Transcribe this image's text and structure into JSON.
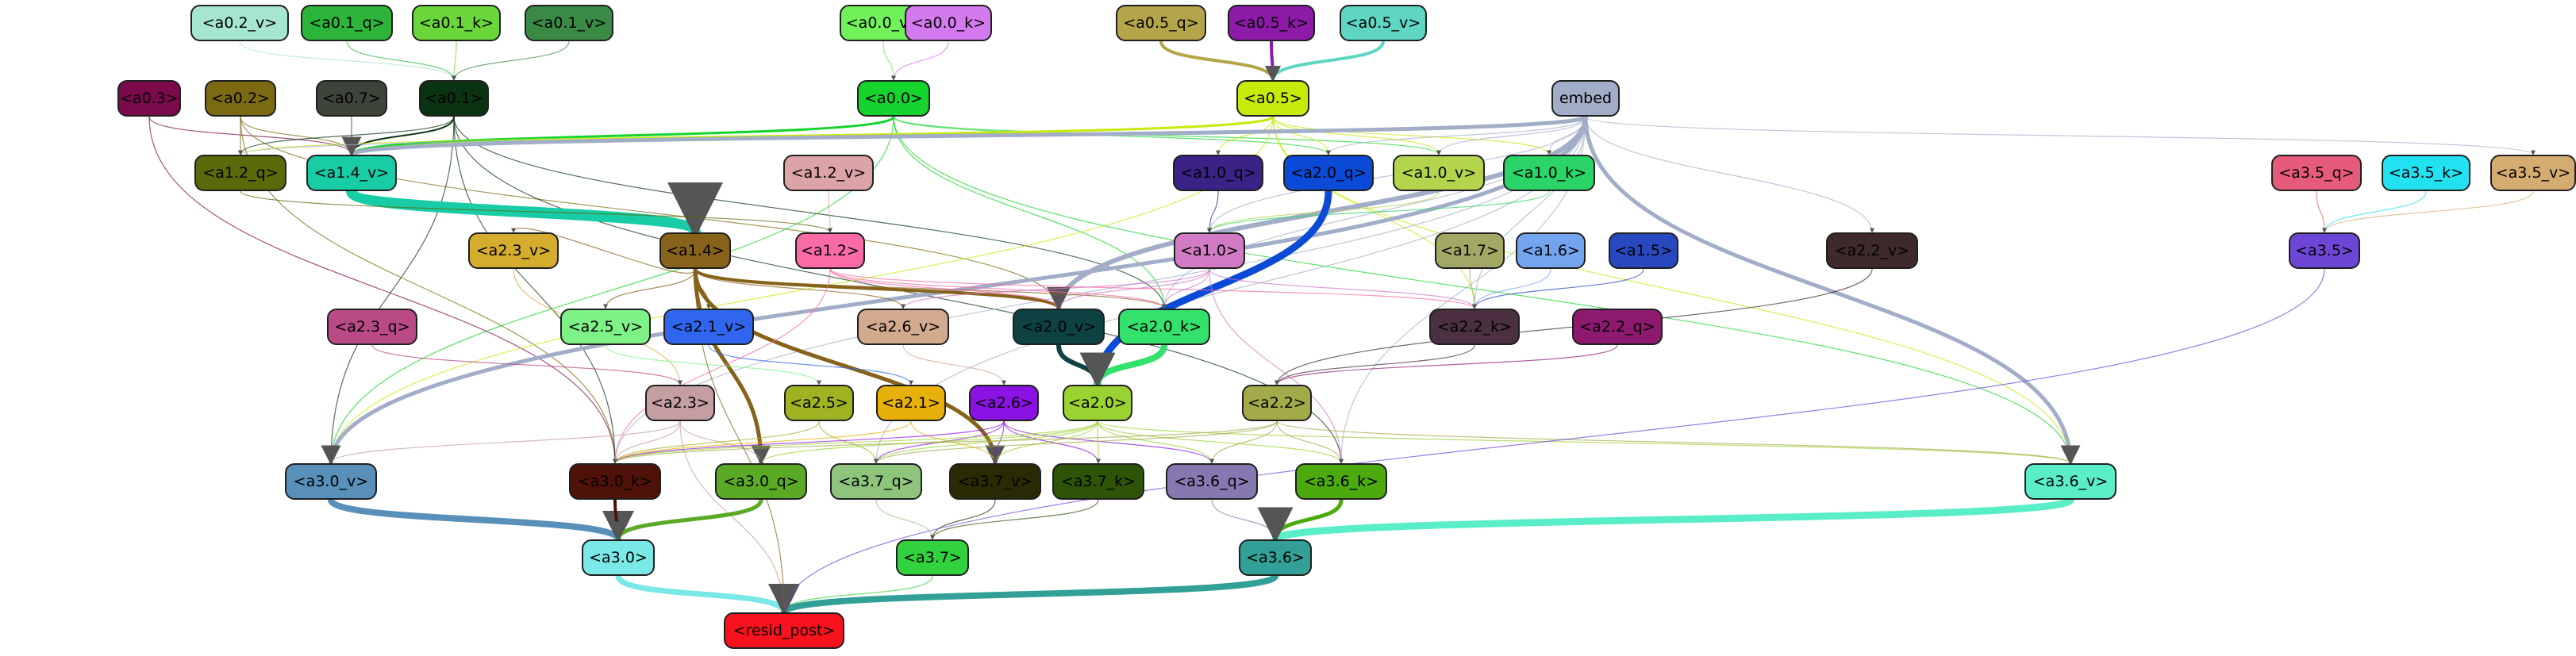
{
  "nodes": [
    {
      "id": "a0.2_v",
      "label": "<a0.2_v>",
      "color": "#a6e6d0"
    },
    {
      "id": "a0.1_q",
      "label": "<a0.1_q>",
      "color": "#2db43a"
    },
    {
      "id": "a0.1_k",
      "label": "<a0.1_k>",
      "color": "#6bd63a"
    },
    {
      "id": "a0.1_v",
      "label": "<a0.1_v>",
      "color": "#3a8a45"
    },
    {
      "id": "a0.0_v",
      "label": "<a0.0_v>",
      "color": "#72f25a"
    },
    {
      "id": "a0.0_k",
      "label": "<a0.0_k>",
      "color": "#d47aef"
    },
    {
      "id": "a0.5_q",
      "label": "<a0.5_q>",
      "color": "#b4a44a"
    },
    {
      "id": "a0.5_k",
      "label": "<a0.5_k>",
      "color": "#8e1aa8"
    },
    {
      "id": "a0.5_v",
      "label": "<a0.5_v>",
      "color": "#5ed6c2"
    },
    {
      "id": "a0.3",
      "label": "<a0.3>",
      "color": "#7a0a4a"
    },
    {
      "id": "a0.2",
      "label": "<a0.2>",
      "color": "#7c6a12"
    },
    {
      "id": "a0.7",
      "label": "<a0.7>",
      "color": "#3e443a"
    },
    {
      "id": "a0.1",
      "label": "<a0.1>",
      "color": "#0a3312"
    },
    {
      "id": "a0.0",
      "label": "<a0.0>",
      "color": "#16d42e"
    },
    {
      "id": "a0.5",
      "label": "<a0.5>",
      "color": "#c8ea0a"
    },
    {
      "id": "embed",
      "label": "embed",
      "color": "#a2aec8"
    },
    {
      "id": "a1.2_q",
      "label": "<a1.2_q>",
      "color": "#5a6a0a"
    },
    {
      "id": "a1.4_v",
      "label": "<a1.4_v>",
      "color": "#18cca6"
    },
    {
      "id": "a1.2_v",
      "label": "<a1.2_v>",
      "color": "#dca4a6"
    },
    {
      "id": "a1.0_q",
      "label": "<a1.0_q>",
      "color": "#3a2286"
    },
    {
      "id": "a2.0_q",
      "label": "<a2.0_q>",
      "color": "#0a4ad6"
    },
    {
      "id": "a1.0_v",
      "label": "<a1.0_v>",
      "color": "#b4d44e"
    },
    {
      "id": "a1.0_k",
      "label": "<a1.0_k>",
      "color": "#2ad466"
    },
    {
      "id": "a3.5_q",
      "label": "<a3.5_q>",
      "color": "#e65a7a"
    },
    {
      "id": "a3.5_k",
      "label": "<a3.5_k>",
      "color": "#22e2f2"
    },
    {
      "id": "a3.5_v",
      "label": "<a3.5_v>",
      "color": "#d4ac70"
    },
    {
      "id": "a2.3_v",
      "label": "<a2.3_v>",
      "color": "#d4ac2e"
    },
    {
      "id": "a1.4",
      "label": "<a1.4>",
      "color": "#86621a"
    },
    {
      "id": "a1.2",
      "label": "<a1.2>",
      "color": "#fa6aa6"
    },
    {
      "id": "a1.0",
      "label": "<a1.0>",
      "color": "#d27ac4"
    },
    {
      "id": "a1.7",
      "label": "<a1.7>",
      "color": "#a2a864"
    },
    {
      "id": "a1.6",
      "label": "<a1.6>",
      "color": "#74a4ee"
    },
    {
      "id": "a1.5",
      "label": "<a1.5>",
      "color": "#2848c0"
    },
    {
      "id": "a2.2_v",
      "label": "<a2.2_v>",
      "color": "#3e2a2a"
    },
    {
      "id": "a3.5",
      "label": "<a3.5>",
      "color": "#6e46d6"
    },
    {
      "id": "a2.3_q",
      "label": "<a2.3_q>",
      "color": "#ba4a86"
    },
    {
      "id": "a2.5_v",
      "label": "<a2.5_v>",
      "color": "#7ef286"
    },
    {
      "id": "a2.1_v",
      "label": "<a2.1_v>",
      "color": "#3066ee"
    },
    {
      "id": "a2.6_v",
      "label": "<a2.6_v>",
      "color": "#d2aa8e"
    },
    {
      "id": "a2.0_v",
      "label": "<a2.0_v>",
      "color": "#0e4242"
    },
    {
      "id": "a2.0_k",
      "label": "<a2.0_k>",
      "color": "#32e26c"
    },
    {
      "id": "a2.2_k",
      "label": "<a2.2_k>",
      "color": "#4a3040"
    },
    {
      "id": "a2.2_q",
      "label": "<a2.2_q>",
      "color": "#8e1a70"
    },
    {
      "id": "a2.3",
      "label": "<a2.3>",
      "color": "#c49ea0"
    },
    {
      "id": "a2.5",
      "label": "<a2.5>",
      "color": "#9eb222"
    },
    {
      "id": "a2.1",
      "label": "<a2.1>",
      "color": "#e8b00a"
    },
    {
      "id": "a2.6",
      "label": "<a2.6>",
      "color": "#8a12e2"
    },
    {
      "id": "a2.0",
      "label": "<a2.0>",
      "color": "#9ad232"
    },
    {
      "id": "a2.2",
      "label": "<a2.2>",
      "color": "#a2aa4a"
    },
    {
      "id": "a3.0_v",
      "label": "<a3.0_v>",
      "color": "#5890ba"
    },
    {
      "id": "a3.0_k",
      "label": "<a3.0_k>",
      "color": "#4e1208"
    },
    {
      "id": "a3.0_q",
      "label": "<a3.0_q>",
      "color": "#5aaa26"
    },
    {
      "id": "a3.7_q",
      "label": "<a3.7_q>",
      "color": "#8ec47c"
    },
    {
      "id": "a3.7_v",
      "label": "<a3.7_v>",
      "color": "#2a2a04"
    },
    {
      "id": "a3.7_k",
      "label": "<a3.7_k>",
      "color": "#2e5408"
    },
    {
      "id": "a3.6_q",
      "label": "<a3.6_q>",
      "color": "#8678b0"
    },
    {
      "id": "a3.6_k",
      "label": "<a3.6_k>",
      "color": "#4caa0e"
    },
    {
      "id": "a3.6_v",
      "label": "<a3.6_v>",
      "color": "#5aeec8"
    },
    {
      "id": "a3.0",
      "label": "<a3.0>",
      "color": "#7ae8e6"
    },
    {
      "id": "a3.7",
      "label": "<a3.7>",
      "color": "#32d23e"
    },
    {
      "id": "a3.6",
      "label": "<a3.6>",
      "color": "#32a096"
    },
    {
      "id": "resid_post",
      "label": "<resid_post>",
      "color": "#f8121e"
    }
  ],
  "edges": [
    [
      "a0.2_v",
      "a0.1"
    ],
    [
      "a0.1_q",
      "a0.1"
    ],
    [
      "a0.1_k",
      "a0.1"
    ],
    [
      "a0.1_v",
      "a0.1"
    ],
    [
      "a0.0_v",
      "a0.0"
    ],
    [
      "a0.0_k",
      "a0.0"
    ],
    [
      "a0.5_q",
      "a0.5"
    ],
    [
      "a0.5_k",
      "a0.5"
    ],
    [
      "a0.5_v",
      "a0.5"
    ],
    [
      "a0.3",
      "a1.4_v"
    ],
    [
      "a0.3",
      "a3.0_k"
    ],
    [
      "a0.2",
      "a1.2_q"
    ],
    [
      "a0.2",
      "a1.4_v"
    ],
    [
      "a0.2",
      "a3.0_k"
    ],
    [
      "a0.2",
      "a2.0_v"
    ],
    [
      "a0.7",
      "a1.4_v"
    ],
    [
      "a0.1",
      "a1.2_q"
    ],
    [
      "a0.1",
      "a1.4_v"
    ],
    [
      "a0.1",
      "a2.0_k"
    ],
    [
      "a0.1",
      "a3.0_v"
    ],
    [
      "a0.1",
      "a3.6_k"
    ],
    [
      "a0.1",
      "a3.0_k"
    ],
    [
      "a0.0",
      "a1.4_v"
    ],
    [
      "a0.0",
      "a1.0_v"
    ],
    [
      "a0.0",
      "a2.0_q"
    ],
    [
      "a0.0",
      "a3.0_v"
    ],
    [
      "a0.0",
      "a2.0_k"
    ],
    [
      "a0.0",
      "a3.6_v"
    ],
    [
      "a0.5",
      "a1.4_v"
    ],
    [
      "a0.5",
      "a1.0_q"
    ],
    [
      "a0.5",
      "a1.0_v"
    ],
    [
      "a0.5",
      "a1.0_k"
    ],
    [
      "a0.5",
      "a2.0_q"
    ],
    [
      "a0.5",
      "a1.2_q"
    ],
    [
      "a0.5",
      "a3.6_v"
    ],
    [
      "a0.5",
      "a2.2_k"
    ],
    [
      "a0.5",
      "a3.0_v"
    ],
    [
      "embed",
      "a1.4_v"
    ],
    [
      "embed",
      "a1.2_q"
    ],
    [
      "embed",
      "a2.0_q"
    ],
    [
      "embed",
      "a1.0_v"
    ],
    [
      "embed",
      "a1.0_k"
    ],
    [
      "embed",
      "a2.0_v"
    ],
    [
      "embed",
      "a3.0_v"
    ],
    [
      "embed",
      "a3.6_v"
    ],
    [
      "embed",
      "a3.5_v"
    ],
    [
      "embed",
      "a2.2_v"
    ],
    [
      "embed",
      "a3.6_k"
    ],
    [
      "embed",
      "a2.2_k"
    ],
    [
      "embed",
      "a1.0"
    ],
    [
      "embed",
      "a2.0_k"
    ],
    [
      "embed",
      "a3.0_k"
    ],
    [
      "embed",
      "a3.7_q"
    ],
    [
      "a1.4_v",
      "a1.4"
    ],
    [
      "a1.2_q",
      "a1.2"
    ],
    [
      "a1.2_v",
      "a1.2"
    ],
    [
      "a1.0_q",
      "a1.0"
    ],
    [
      "a1.0_v",
      "a1.0"
    ],
    [
      "a1.0_k",
      "a1.0"
    ],
    [
      "a2.0_q",
      "a2.0"
    ],
    [
      "a3.5_q",
      "a3.5"
    ],
    [
      "a3.5_k",
      "a3.5"
    ],
    [
      "a3.5_v",
      "a3.5"
    ],
    [
      "a1.4",
      "a2.0_v"
    ],
    [
      "a1.4",
      "a2.0_k"
    ],
    [
      "a1.4",
      "a2.1_v"
    ],
    [
      "a1.4",
      "a2.5_v"
    ],
    [
      "a1.4",
      "a2.6_v"
    ],
    [
      "a1.4",
      "a3.0_q"
    ],
    [
      "a1.4",
      "a3.7_v"
    ],
    [
      "a1.4",
      "a2.3_v"
    ],
    [
      "a1.2",
      "a2.0_v"
    ],
    [
      "a1.2",
      "a2.2_k"
    ],
    [
      "a1.2",
      "a2.0_k"
    ],
    [
      "a1.2",
      "a3.0_k"
    ],
    [
      "a1.0",
      "a2.0_v"
    ],
    [
      "a1.0",
      "a2.0_k"
    ],
    [
      "a1.0",
      "a2.2_k"
    ],
    [
      "a1.0",
      "a3.6_k"
    ],
    [
      "a1.0",
      "a2.6_v"
    ],
    [
      "a1.7",
      "a2.2_k"
    ],
    [
      "a1.6",
      "a2.2_k"
    ],
    [
      "a1.5",
      "a2.2_k"
    ],
    [
      "a2.2_v",
      "a2.2"
    ],
    [
      "a2.2_k",
      "a2.2"
    ],
    [
      "a2.2_q",
      "a2.2"
    ],
    [
      "a2.3_v",
      "a2.3"
    ],
    [
      "a2.3_q",
      "a2.3"
    ],
    [
      "a2.5_v",
      "a2.5"
    ],
    [
      "a2.1_v",
      "a2.1"
    ],
    [
      "a2.6_v",
      "a2.6"
    ],
    [
      "a2.0_v",
      "a2.0"
    ],
    [
      "a2.0_k",
      "a2.0"
    ],
    [
      "a2.3",
      "a3.0_v"
    ],
    [
      "a2.3",
      "a3.0_k"
    ],
    [
      "a2.3",
      "a3.0_q"
    ],
    [
      "a2.3",
      "resid_post"
    ],
    [
      "a2.5",
      "a3.0_k"
    ],
    [
      "a2.5",
      "a3.7_q"
    ],
    [
      "a2.1",
      "a3.0_k"
    ],
    [
      "a2.1",
      "a3.7_v"
    ],
    [
      "a2.6",
      "a3.0_k"
    ],
    [
      "a2.6",
      "a3.7_q"
    ],
    [
      "a2.6",
      "a3.7_v"
    ],
    [
      "a2.6",
      "a3.7_k"
    ],
    [
      "a2.6",
      "a3.6_q"
    ],
    [
      "a2.0",
      "a3.0_k"
    ],
    [
      "a2.0",
      "a3.0_q"
    ],
    [
      "a2.0",
      "a3.7_q"
    ],
    [
      "a2.0",
      "a3.7_v"
    ],
    [
      "a2.0",
      "a3.7_k"
    ],
    [
      "a2.0",
      "a3.6_q"
    ],
    [
      "a2.0",
      "a3.6_k"
    ],
    [
      "a2.0",
      "a3.6_v"
    ],
    [
      "a2.2",
      "a3.0_k"
    ],
    [
      "a2.2",
      "a3.6_k"
    ],
    [
      "a2.2",
      "a3.6_v"
    ],
    [
      "a2.2",
      "a3.6_q"
    ],
    [
      "a2.2",
      "a3.7_q"
    ],
    [
      "a3.0_v",
      "a3.0"
    ],
    [
      "a3.0_k",
      "a3.0"
    ],
    [
      "a3.0_q",
      "a3.0"
    ],
    [
      "a3.7_q",
      "a3.7"
    ],
    [
      "a3.7_v",
      "a3.7"
    ],
    [
      "a3.7_k",
      "a3.7"
    ],
    [
      "a3.6_q",
      "a3.6"
    ],
    [
      "a3.6_k",
      "a3.6"
    ],
    [
      "a3.6_v",
      "a3.6"
    ],
    [
      "a3.0",
      "resid_post"
    ],
    [
      "a3.7",
      "resid_post"
    ],
    [
      "a3.6",
      "resid_post"
    ],
    [
      "a3.5",
      "resid_post"
    ],
    [
      "a1.4",
      "resid_post"
    ]
  ]
}
